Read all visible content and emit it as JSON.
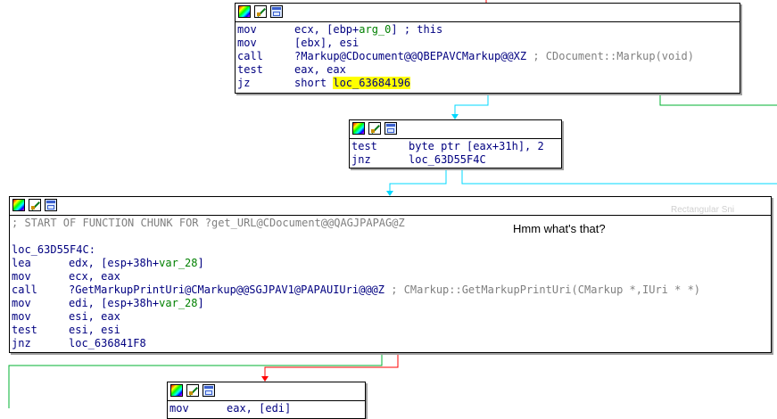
{
  "block1": {
    "lines": [
      {
        "mn": "mov",
        "parts": [
          {
            "t": "ecx, [ebp+"
          },
          {
            "t": "arg_0",
            "c": "var"
          },
          {
            "t": "] ; this",
            "c": ""
          }
        ]
      },
      {
        "mn": "mov",
        "parts": [
          {
            "t": "[ebx], esi"
          }
        ]
      },
      {
        "mn": "call",
        "parts": [
          {
            "t": "?Markup@CDocument@@QBEPAVCMarkup@@XZ"
          },
          {
            "t": " ; CDocument::Markup(void)",
            "c": "cmt"
          }
        ]
      },
      {
        "mn": "test",
        "parts": [
          {
            "t": "eax, eax"
          }
        ]
      },
      {
        "mn": "jz",
        "parts": [
          {
            "t": "short "
          },
          {
            "t": "loc_63684196",
            "c": "hl"
          }
        ]
      }
    ]
  },
  "block2": {
    "lines": [
      {
        "mn": "test",
        "parts": [
          {
            "t": "byte ptr [eax+31h], 2"
          }
        ]
      },
      {
        "mn": "jnz",
        "parts": [
          {
            "t": "loc_63D55F4C"
          }
        ]
      }
    ]
  },
  "block3": {
    "lines": [
      {
        "mn": "",
        "parts": [
          {
            "t": "; START OF FUNCTION CHUNK FOR ?get_URL@CDocument@@QAGJPAPAG@Z",
            "c": "cmt"
          }
        ]
      },
      {
        "mn": "",
        "parts": [
          {
            "t": ""
          }
        ]
      },
      {
        "mn": "",
        "parts": [
          {
            "t": "loc_63D55F4C:"
          }
        ]
      },
      {
        "mn": "lea",
        "parts": [
          {
            "t": "edx, [esp+38h+"
          },
          {
            "t": "var_28",
            "c": "var"
          },
          {
            "t": "]"
          }
        ]
      },
      {
        "mn": "mov",
        "parts": [
          {
            "t": "ecx, eax"
          }
        ]
      },
      {
        "mn": "call",
        "parts": [
          {
            "t": "?GetMarkupPrintUri@CMarkup@@SGJPAV1@PAPAUIUri@@@Z"
          },
          {
            "t": " ; CMarkup::GetMarkupPrintUri(CMarkup *,IUri * *)",
            "c": "cmt"
          }
        ]
      },
      {
        "mn": "mov",
        "parts": [
          {
            "t": "edi, [esp+38h+"
          },
          {
            "t": "var_28",
            "c": "var"
          },
          {
            "t": "]"
          }
        ]
      },
      {
        "mn": "mov",
        "parts": [
          {
            "t": "esi, eax"
          }
        ]
      },
      {
        "mn": "test",
        "parts": [
          {
            "t": "esi, esi"
          }
        ]
      },
      {
        "mn": "jnz",
        "parts": [
          {
            "t": "loc_636841F8"
          }
        ]
      }
    ]
  },
  "block4": {
    "lines": [
      {
        "mn": "mov",
        "parts": [
          {
            "t": "eax, [edi]"
          }
        ]
      }
    ]
  },
  "annotation": "Hmm what's that?",
  "ghost_text": "Rectangular Sni",
  "colors": {
    "branch_true": "#00b030",
    "branch_false": "#ff0000",
    "branch_flow": "#00d8ff",
    "text": "#000080"
  }
}
